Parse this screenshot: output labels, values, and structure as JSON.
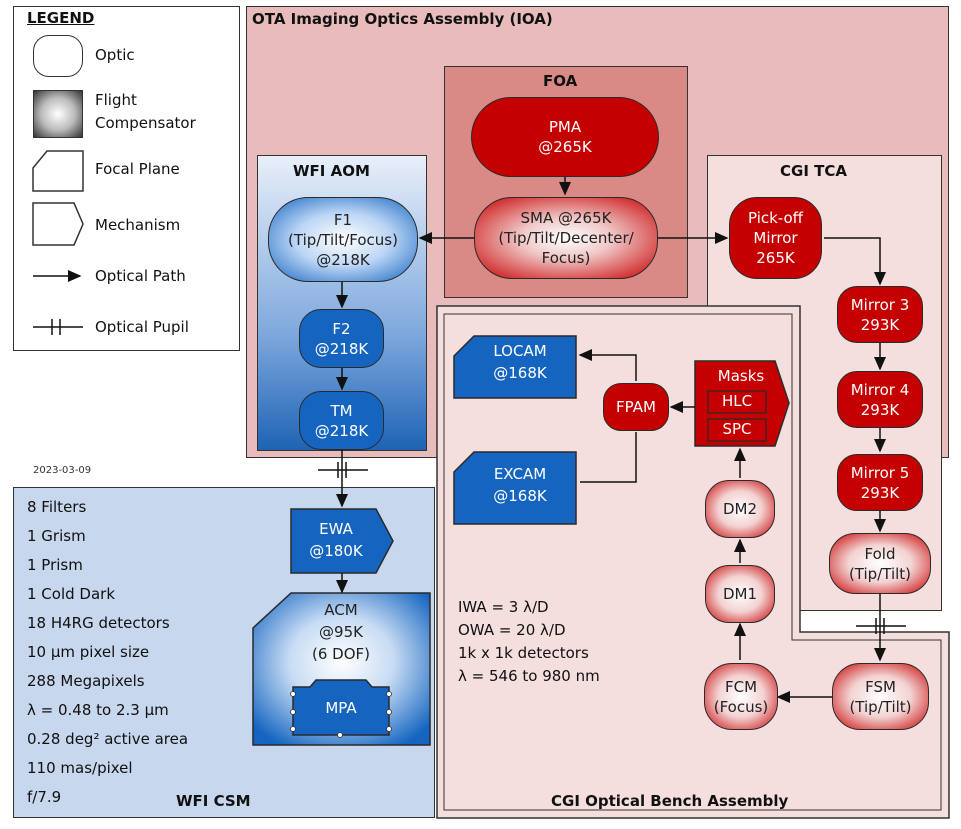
{
  "date": "2023-03-09",
  "legend": {
    "title": "LEGEND",
    "items": [
      "Optic",
      "Flight",
      "Compensator",
      "Focal Plane",
      "Mechanism",
      "Optical Path",
      "Optical Pupil"
    ]
  },
  "regions": {
    "ioa": "OTA Imaging Optics Assembly (IOA)",
    "foa": "FOA",
    "wfi_aom": "WFI AOM",
    "cgi_tca": "CGI TCA",
    "wfi_csm": "WFI CSM",
    "cgi_oba": "CGI Optical Bench Assembly"
  },
  "nodes": {
    "pma": [
      "PMA",
      "@265K"
    ],
    "sma": [
      "SMA @265K",
      "(Tip/Tilt/Decenter/",
      "Focus)"
    ],
    "f1": [
      "F1",
      "(Tip/Tilt/Focus)",
      "@218K"
    ],
    "f2": [
      "F2",
      "@218K"
    ],
    "tm": [
      "TM",
      "@218K"
    ],
    "pickoff": [
      "Pick-off",
      "Mirror",
      "265K"
    ],
    "mirror3": [
      "Mirror 3",
      "293K"
    ],
    "mirror4": [
      "Mirror 4",
      "293K"
    ],
    "mirror5": [
      "Mirror 5",
      "293K"
    ],
    "fold": [
      "Fold",
      "(Tip/Tilt)"
    ],
    "fsm": [
      "FSM",
      "(Tip/Tilt)"
    ],
    "fcm": [
      "FCM",
      "(Focus)"
    ],
    "dm1": [
      "DM1"
    ],
    "dm2": [
      "DM2"
    ],
    "masks": "Masks",
    "hlc": "HLC",
    "spc": "SPC",
    "fpam": "FPAM",
    "locam": [
      "LOCAM",
      "@168K"
    ],
    "excam": [
      "EXCAM",
      "@168K"
    ],
    "ewa": [
      "EWA",
      "@180K"
    ],
    "acm": [
      "ACM",
      "@95K",
      "(6 DOF)"
    ],
    "mpa": "MPA"
  },
  "csm_specs": [
    "8 Filters",
    "1 Grism",
    "1 Prism",
    "1 Cold Dark",
    "18 H4RG detectors",
    "10 µm pixel size",
    "288 Megapixels",
    "λ = 0.48 to 2.3 µm",
    "0.28 deg² active area",
    "110 mas/pixel",
    "f/7.9"
  ],
  "cgi_specs": [
    "IWA = 3 λ/D",
    "OWA = 20 λ/D",
    "1k x 1k detectors",
    "λ = 546 to 980 nm"
  ],
  "colors": {
    "ioa_fill": "#e9bcbc",
    "foa_fill": "#d98a86",
    "cgi_fill": "#f4dede",
    "csm_fill": "#c6d7ee",
    "node_red": "#c40000",
    "node_blue": "#1565c0"
  }
}
